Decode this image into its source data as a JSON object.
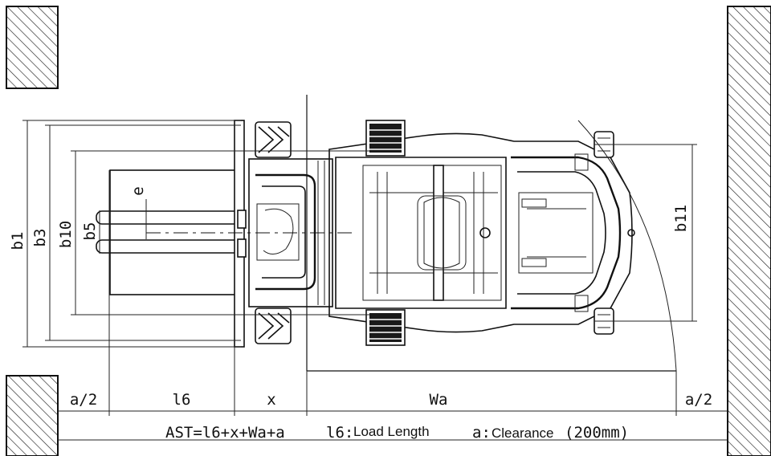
{
  "dimensions": {
    "b1": "b1",
    "b3": "b3",
    "b10": "b10",
    "b5": "b5",
    "b11": "b11",
    "e": "e",
    "a_half_left": "a/2",
    "l6": "l6",
    "x": "x",
    "wa": "Wa",
    "a_half_right": "a/2"
  },
  "formula": {
    "ast": "AST=l6+x+Wa+a",
    "l6_prefix": "l6:",
    "l6_desc": "Load Length",
    "a_prefix": "a:",
    "a_desc": "Clearance",
    "a_value": "(200mm)"
  },
  "colors": {
    "line": "#111111",
    "hatch": "#222222",
    "background": "#ffffff"
  }
}
